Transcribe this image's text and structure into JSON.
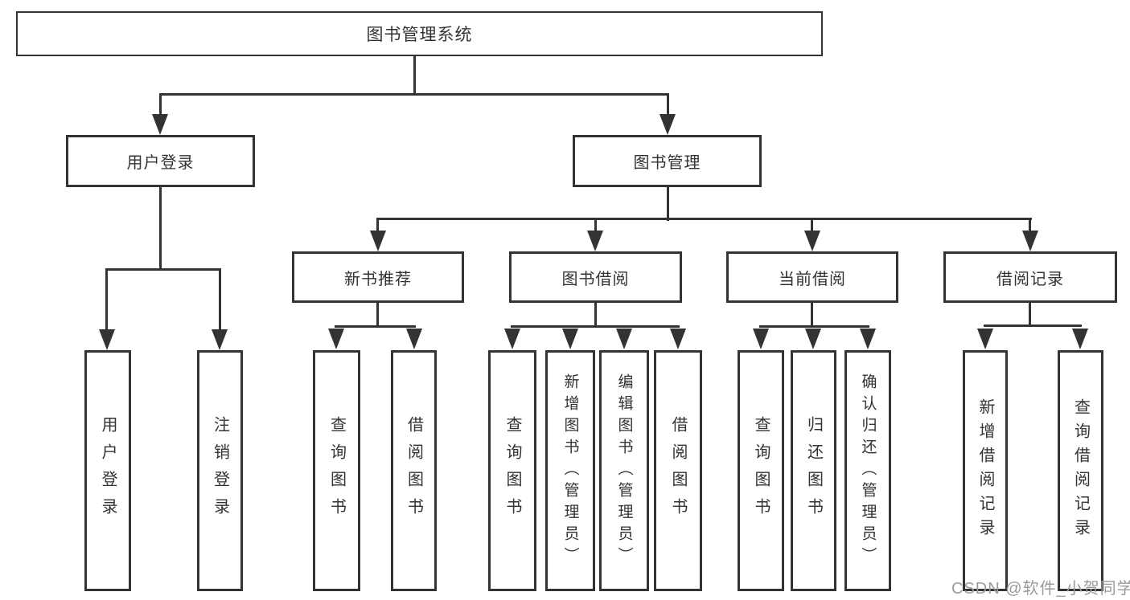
{
  "diagram_title": "图书管理系统",
  "nodes": {
    "root": "图书管理系统",
    "level2": [
      "用户登录",
      "图书管理"
    ],
    "level3": [
      "新书推荐",
      "图书借阅",
      "当前借阅",
      "借阅记录"
    ],
    "leaves_user_login": [
      "用户登录",
      "注销登录"
    ],
    "leaves_new_books": [
      "查询图书",
      "借阅图书"
    ],
    "leaves_book_borrow": [
      "查询图书",
      "新增图书（管理员）",
      "编辑图书（管理员）",
      "借阅图书"
    ],
    "leaves_current_borrow": [
      "查询图书",
      "归还图书",
      "确认归还（管理员）"
    ],
    "leaves_borrow_records": [
      "新增借阅记录",
      "查询借阅记录"
    ]
  },
  "edges": [
    "图书管理系统→用户登录",
    "图书管理系统→图书管理",
    "用户登录→用户登录",
    "用户登录→注销登录",
    "图书管理→新书推荐",
    "图书管理→图书借阅",
    "图书管理→当前借阅",
    "图书管理→借阅记录",
    "新书推荐→查询图书",
    "新书推荐→借阅图书",
    "图书借阅→查询图书",
    "图书借阅→新增图书（管理员）",
    "图书借阅→编辑图书（管理员）",
    "图书借阅→借阅图书",
    "当前借阅→查询图书",
    "当前借阅→归还图书",
    "当前借阅→确认归还（管理员）",
    "借阅记录→新增借阅记录",
    "借阅记录→查询借阅记录"
  ],
  "watermark": "CSDN @软件_小贺同学",
  "colors": {
    "line": "#333333",
    "text": "#333333",
    "box_background": "#ffffff",
    "page_background": "#ffffff",
    "watermark": "#9b9b9b"
  }
}
